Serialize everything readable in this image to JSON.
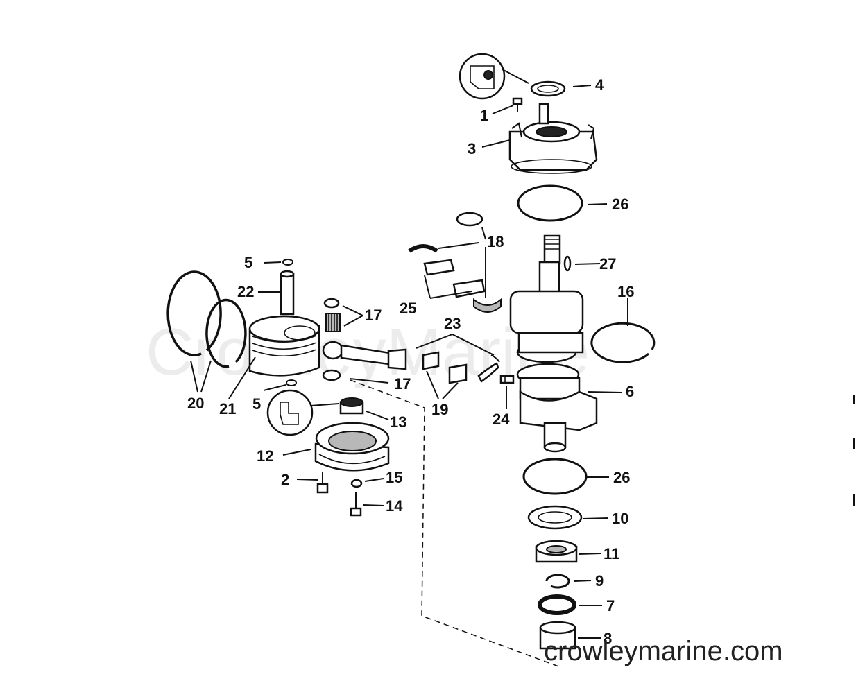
{
  "watermark": "CrowleyMarine",
  "site_url": "crowleymarine.com",
  "callouts": [
    {
      "id": "1",
      "label": "1"
    },
    {
      "id": "2",
      "label": "2"
    },
    {
      "id": "3",
      "label": "3"
    },
    {
      "id": "4",
      "label": "4"
    },
    {
      "id": "5a",
      "label": "5"
    },
    {
      "id": "5b",
      "label": "5"
    },
    {
      "id": "6",
      "label": "6"
    },
    {
      "id": "7",
      "label": "7"
    },
    {
      "id": "8",
      "label": "8"
    },
    {
      "id": "9",
      "label": "9"
    },
    {
      "id": "10",
      "label": "10"
    },
    {
      "id": "11",
      "label": "11"
    },
    {
      "id": "12",
      "label": "12"
    },
    {
      "id": "13",
      "label": "13"
    },
    {
      "id": "14",
      "label": "14"
    },
    {
      "id": "15",
      "label": "15"
    },
    {
      "id": "16",
      "label": "16"
    },
    {
      "id": "17a",
      "label": "17"
    },
    {
      "id": "17b",
      "label": "17"
    },
    {
      "id": "18",
      "label": "18"
    },
    {
      "id": "19",
      "label": "19"
    },
    {
      "id": "20",
      "label": "20"
    },
    {
      "id": "21",
      "label": "21"
    },
    {
      "id": "22",
      "label": "22"
    },
    {
      "id": "23",
      "label": "23"
    },
    {
      "id": "24",
      "label": "24"
    },
    {
      "id": "25",
      "label": "25"
    },
    {
      "id": "26a",
      "label": "26"
    },
    {
      "id": "26b",
      "label": "26"
    },
    {
      "id": "27",
      "label": "27"
    }
  ]
}
